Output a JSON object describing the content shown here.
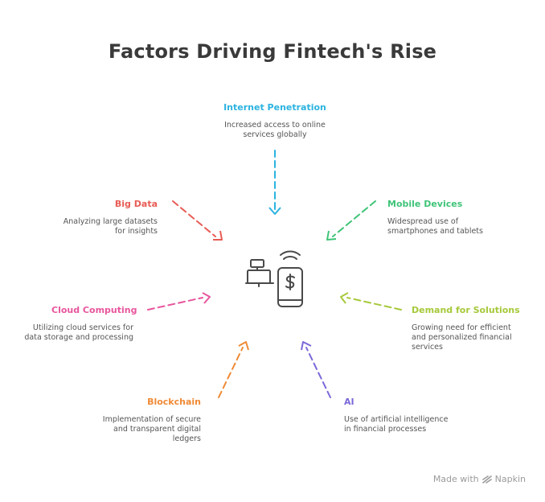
{
  "title": "Factors Driving Fintech's Rise",
  "colors": {
    "internet": "#2bb3e0",
    "mobile": "#3fc478",
    "demand": "#a6c93a",
    "ai": "#7b68d9",
    "blockchain": "#ef8a35",
    "cloud": "#e8559d",
    "bigdata": "#e85c54",
    "icon": "#4a4a4a"
  },
  "factors": {
    "internet": {
      "title": "Internet Penetration",
      "desc": "Increased access to online\nservices globally"
    },
    "mobile": {
      "title": "Mobile Devices",
      "desc": "Widespread use of\nsmartphones and tablets"
    },
    "demand": {
      "title": "Demand for Solutions",
      "desc": "Growing need for efficient\nand personalized financial\nservices"
    },
    "ai": {
      "title": "AI",
      "desc": "Use of artificial intelligence\nin financial processes"
    },
    "blockchain": {
      "title": "Blockchain",
      "desc": "Implementation of secure\nand transparent digital\nledgers"
    },
    "cloud": {
      "title": "Cloud Computing",
      "desc": "Utilizing cloud services for\ndata storage and processing"
    },
    "bigdata": {
      "title": "Big Data",
      "desc": "Analyzing large datasets\nfor insights"
    }
  },
  "center_icon": "payment-terminal-and-mobile-payment-icon",
  "footer": {
    "made_with": "Made with",
    "brand": "Napkin"
  }
}
